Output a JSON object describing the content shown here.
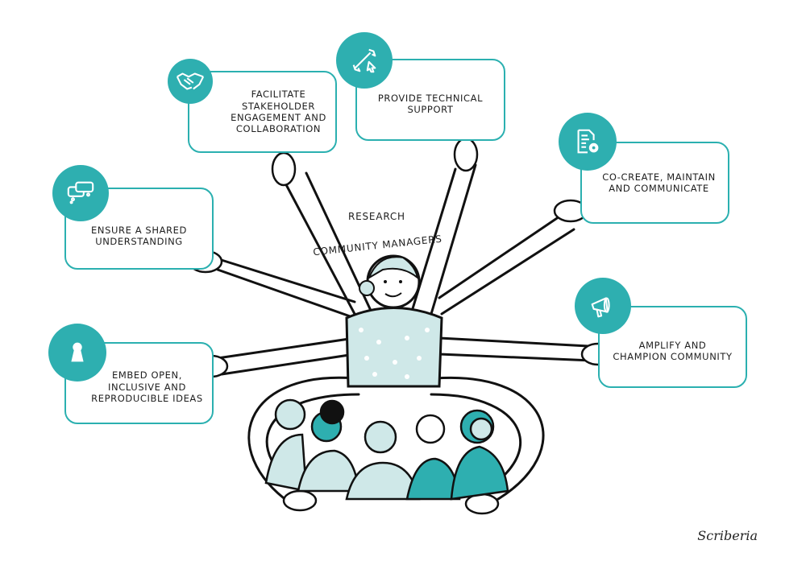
{
  "diagram": {
    "title_line1": "Research",
    "title_line2": "Community Managers",
    "accent_color": "#2eafb0",
    "light_color": "#cfe8e8",
    "roles": [
      {
        "id": "stakeholder",
        "label": "Facilitate\nstakeholder\nengagement and\ncollaboration",
        "icon": "handshake-icon"
      },
      {
        "id": "technical",
        "label": "Provide technical\nsupport",
        "icon": "wrench-cursor-icon"
      },
      {
        "id": "cocreate",
        "label": "Co-create, maintain\nand communicate",
        "icon": "document-gear-icon"
      },
      {
        "id": "shared",
        "label": "Ensure a shared\nunderstanding",
        "icon": "speech-bubbles-icon"
      },
      {
        "id": "amplify",
        "label": "Amplify and\nchampion community",
        "icon": "megaphone-icon"
      },
      {
        "id": "embed",
        "label": "Embed open,\ninclusive and\nreproducible ideas",
        "icon": "keyhole-icon"
      }
    ],
    "signature": "Scriberia"
  }
}
